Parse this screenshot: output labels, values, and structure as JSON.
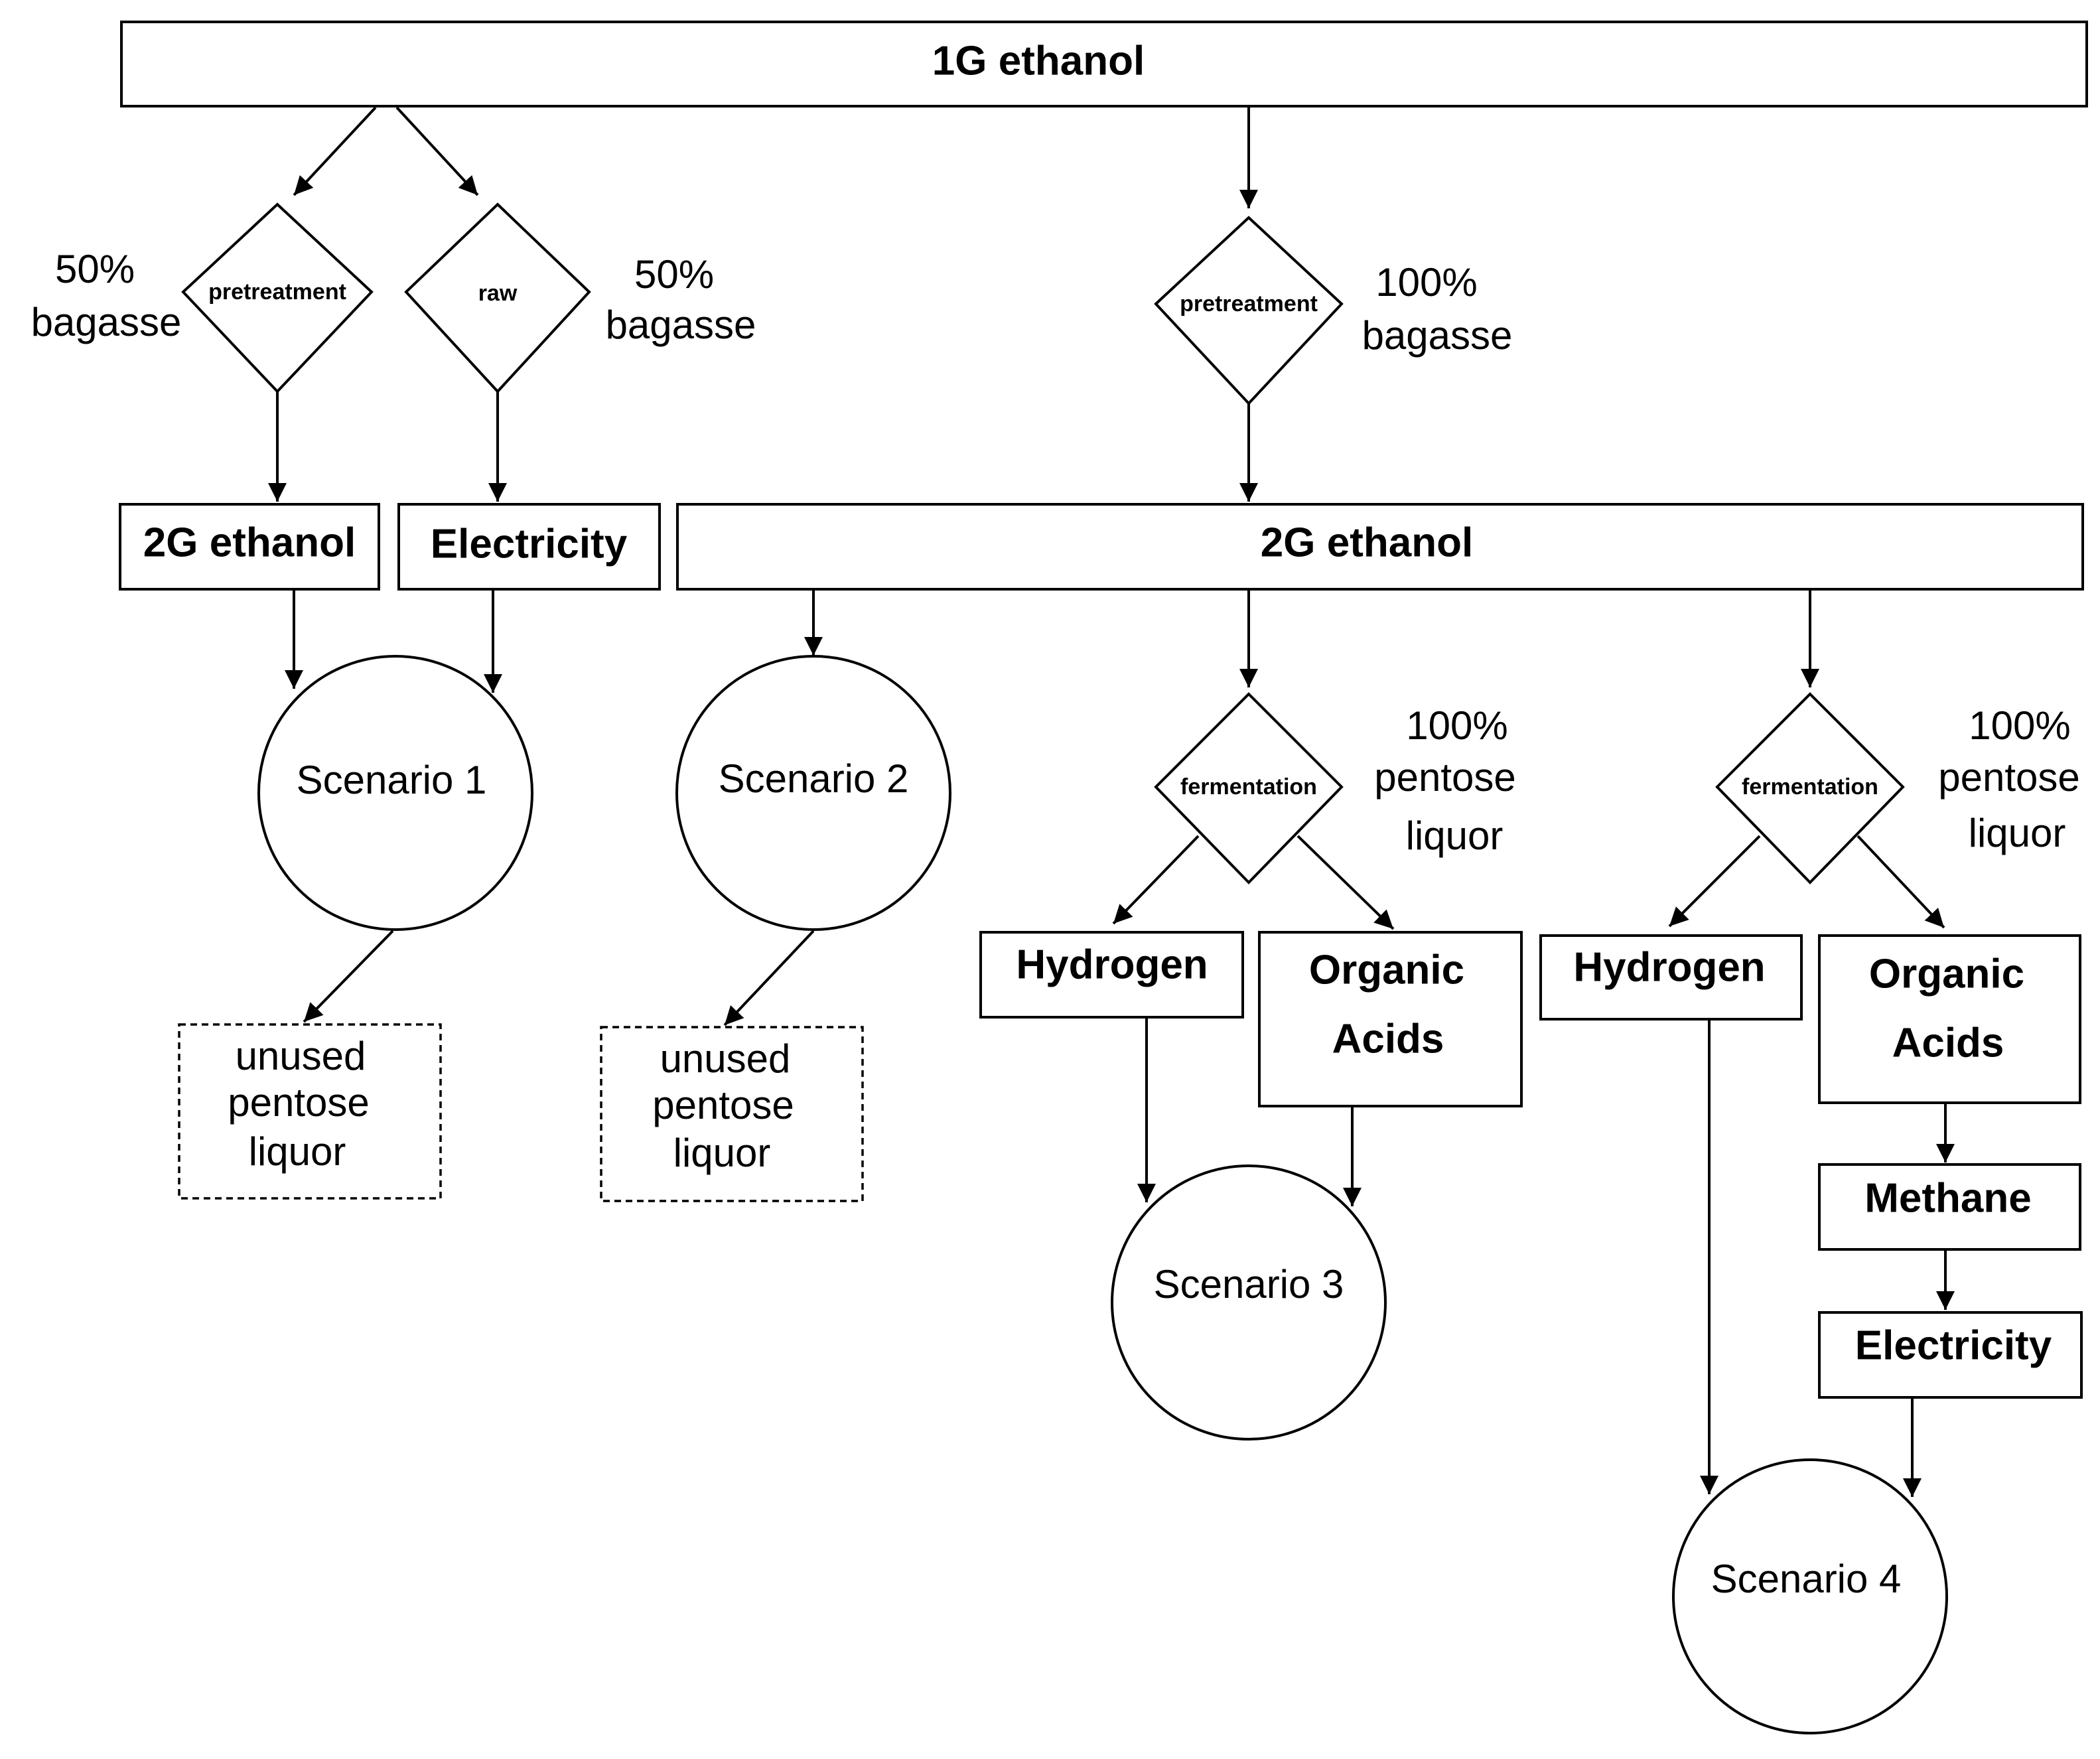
{
  "top": {
    "label": "1G ethanol"
  },
  "left_branch": {
    "pretreatment": {
      "label": "pretreatment",
      "share": [
        "50%",
        "bagasse"
      ]
    },
    "raw": {
      "label": "raw",
      "share": [
        "50%",
        "bagasse"
      ]
    },
    "ethanol_2g": "2G ethanol",
    "electricity": "Electricity"
  },
  "right_branch": {
    "pretreatment": {
      "label": "pretreatment",
      "share": [
        "100%",
        "bagasse"
      ]
    },
    "ethanol_2g": "2G ethanol"
  },
  "fermentation_a": {
    "label": "fermentation",
    "share": [
      "100%",
      "pentose",
      "liquor"
    ]
  },
  "fermentation_b": {
    "label": "fermentation",
    "share": [
      "100%",
      "pentose",
      "liquor"
    ]
  },
  "products_a": {
    "hydrogen": "Hydrogen",
    "organic_acids": [
      "Organic",
      "Acids"
    ]
  },
  "products_b": {
    "hydrogen": "Hydrogen",
    "organic_acids": [
      "Organic",
      "Acids"
    ],
    "methane": "Methane",
    "electricity": "Electricity"
  },
  "scenarios": {
    "s1": "Scenario 1",
    "s2": "Scenario 2",
    "s3": "Scenario 3",
    "s4": "Scenario 4"
  },
  "unused": {
    "s1": [
      "unused",
      "pentose",
      "liquor"
    ],
    "s2": [
      "unused",
      "pentose",
      "liquor"
    ]
  }
}
